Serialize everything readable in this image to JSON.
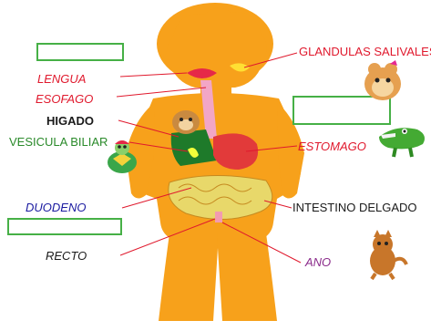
{
  "labels": {
    "lengua": "LENGUA",
    "esofago": "ESOFAGO",
    "higado": "HIGADO",
    "vesicula": "VESICULA BILIAR",
    "duodeno": "DUODENO",
    "recto": "RECTO",
    "glandulas": "GLANDULAS SALIVALES",
    "estomago": "ESTOMAGO",
    "intestino": "INTESTINO DELGADO",
    "ano": "ANO"
  },
  "colors": {
    "body": "#f7a11b",
    "label_red": "#e0192d",
    "label_black": "#1a1a1a",
    "label_green": "#2a8a2a",
    "label_blue": "#1a1aa0",
    "label_purple": "#8a2a8a",
    "answer_box": "#46b046",
    "small_intestine": "#e8d86a",
    "liver": "#1e7a2a",
    "stomach": "#e23a3a"
  },
  "icons": {
    "hamster_top": "hamster-icon",
    "hamster_mid": "hamster-icon",
    "crocodile": "crocodile-icon",
    "turtle": "turtle-icon",
    "cat": "cat-icon"
  }
}
